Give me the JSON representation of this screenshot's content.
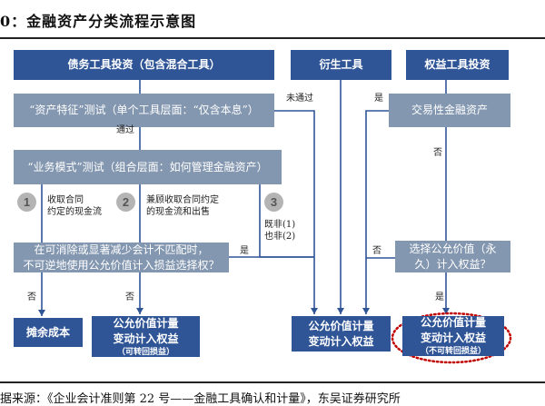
{
  "title": "0：金融资产分类流程示意图",
  "top_boxes": {
    "debt": "债务工具投资（包含混合工具）",
    "derivative": "衍生工具",
    "equity": "权益工具投资"
  },
  "tests": {
    "sppi": "“资产特征”测试（单个工具层面：“仅含本息”）",
    "business_model": "“业务模式”测试（组合层面：如何管理金融资产）",
    "fvo": [
      "在可消除或显著减少会计不匹配时，",
      "不可逆地使用公允价值计入损益选择权？"
    ],
    "trading": "交易性金融资产",
    "fvoci_election": [
      "选择公允价值（永",
      "久）计入权益？"
    ]
  },
  "labels": {
    "not_passed": "未通过",
    "passed": "通过",
    "yes": "是",
    "no": "否"
  },
  "models": [
    {
      "num": "1",
      "lines": [
        "收取合同",
        "约定的现金流"
      ]
    },
    {
      "num": "2",
      "lines": [
        "兼顾收取合同约定",
        "的现金流和出售"
      ]
    },
    {
      "num": "3",
      "lines": [
        "既非(1)",
        "也非(2)"
      ]
    }
  ],
  "outcomes": {
    "amortized": "摊余成本",
    "fvoci_debt": {
      "lines": [
        "公允价值计量",
        "变动计入权益"
      ],
      "note": "（可转回损益）"
    },
    "fv_middle": {
      "lines": [
        "公允价值计量",
        "变动计入权益"
      ]
    },
    "fvoci_equity": {
      "lines": [
        "公允价值计量",
        "变动计入权益"
      ],
      "note": "（不可转回损益）"
    }
  },
  "source": "据来源：《企业会计准则第 22 号——金融工具确认和计量》，东吴证券研究所",
  "colors": {
    "dark_box": "#2f5597",
    "gray_box": "#8497b0",
    "line": "#2f5597",
    "highlight": "#c00000"
  }
}
